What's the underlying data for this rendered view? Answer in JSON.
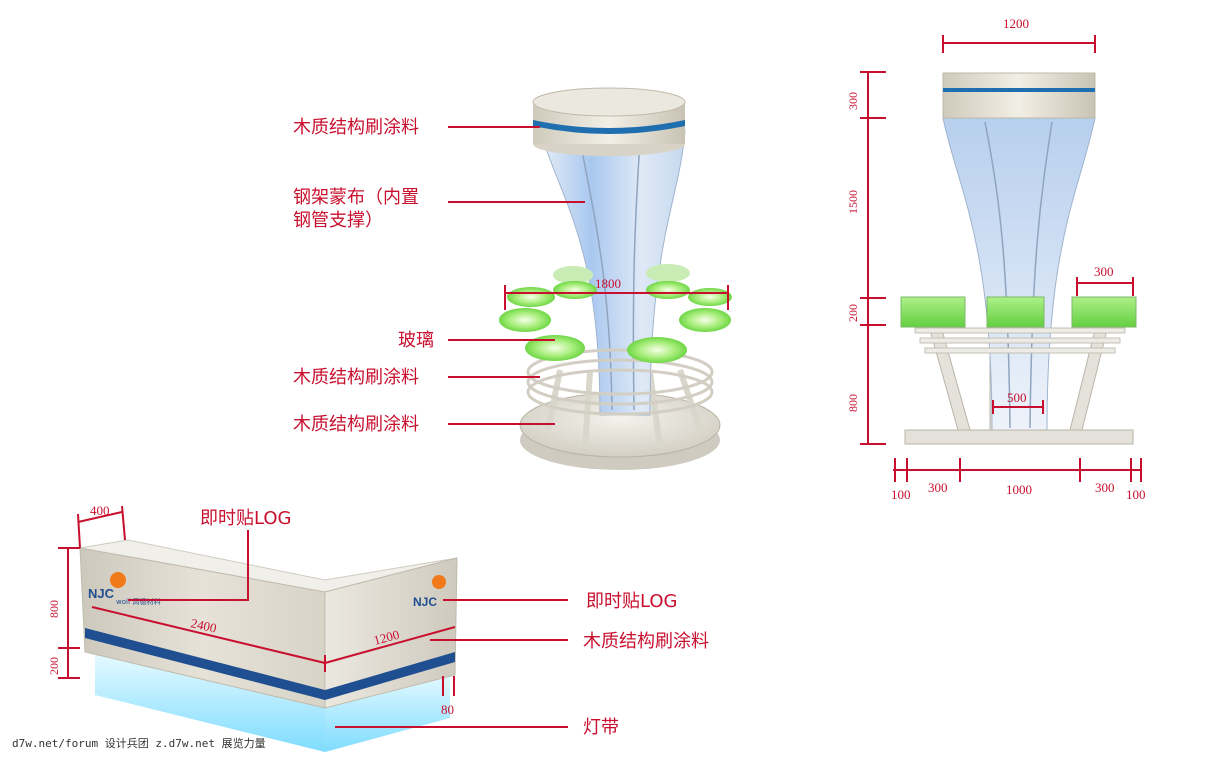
{
  "callouts": {
    "tower_cap_material": "木质结构刷涂料",
    "tower_body_line1": "钢架蒙布（内置",
    "tower_body_line2": "钢管支撑）",
    "glass": "玻璃",
    "ring_material": "木质结构刷涂料",
    "base_material": "木质结构刷涂料",
    "counter_logo_top": "即时贴LOG",
    "counter_logo_side": "即时贴LOG",
    "counter_band_material": "木质结构刷涂料",
    "light_strip": "灯带"
  },
  "dimensions": {
    "tower_perspective_width": "1800",
    "elev_top_width": "1200",
    "elev_cap_height": "300",
    "elev_body_height": "1500",
    "elev_table_height": "200",
    "elev_leg_height": "800",
    "elev_table_width": "300",
    "elev_column_width": "500",
    "elev_bottom_1": "100",
    "elev_bottom_2": "300",
    "elev_bottom_3": "1000",
    "elev_bottom_4": "300",
    "elev_bottom_5": "100",
    "counter_depth": "400",
    "counter_height_upper": "800",
    "counter_height_lower": "200",
    "counter_length": "2400",
    "counter_side_length": "1200",
    "counter_inset": "80"
  },
  "logo": {
    "text": "NJC",
    "sub": "wolf 高德材料"
  },
  "watermark": "d7w.net/forum 设计兵团 z.d7w.net 展览力量",
  "colors": {
    "dimension_red": "#c8102e",
    "accent_blue": "#1f5fa8",
    "glass_green": "#7ddc5a",
    "light_strip_cyan": "#8ee6ff"
  }
}
